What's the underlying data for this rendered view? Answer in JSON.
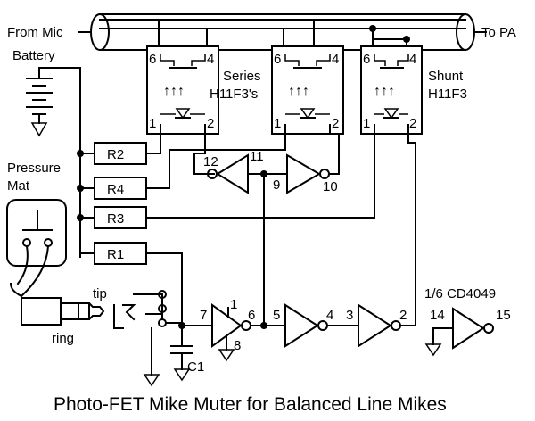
{
  "labels": {
    "from_mic": "From Mic",
    "to_pa": "To PA",
    "battery": "Battery",
    "pressure": "Pressure",
    "mat": "Mat",
    "series_1": "Series",
    "series_2": "H11F3's",
    "shunt_1": "Shunt",
    "shunt_2": "H11F3",
    "tip": "tip",
    "ring": "ring",
    "ic": "1/6 CD4049",
    "c1": "C1",
    "title": "Photo-FET Mike Muter for Balanced Line Mikes"
  },
  "resistors": [
    "R2",
    "R4",
    "R3",
    "R1"
  ],
  "optocouplers": [
    {
      "pin_tl": "6",
      "pin_tr": "4",
      "pin_bl": "1",
      "pin_br": "2"
    },
    {
      "pin_tl": "6",
      "pin_tr": "4",
      "pin_bl": "1",
      "pin_br": "2"
    },
    {
      "pin_tl": "6",
      "pin_tr": "4",
      "pin_bl": "1",
      "pin_br": "2"
    }
  ],
  "inverter_pins": {
    "a_in": "12",
    "a_out": "11",
    "b_in": "9",
    "b_out": "10",
    "c_in": "7",
    "c_out": "6",
    "c_pwr": "1",
    "c_gnd": "8",
    "d_in": "5",
    "d_out": "4",
    "e_in": "3",
    "e_out": "2",
    "f_in": "14",
    "f_out": "15"
  }
}
